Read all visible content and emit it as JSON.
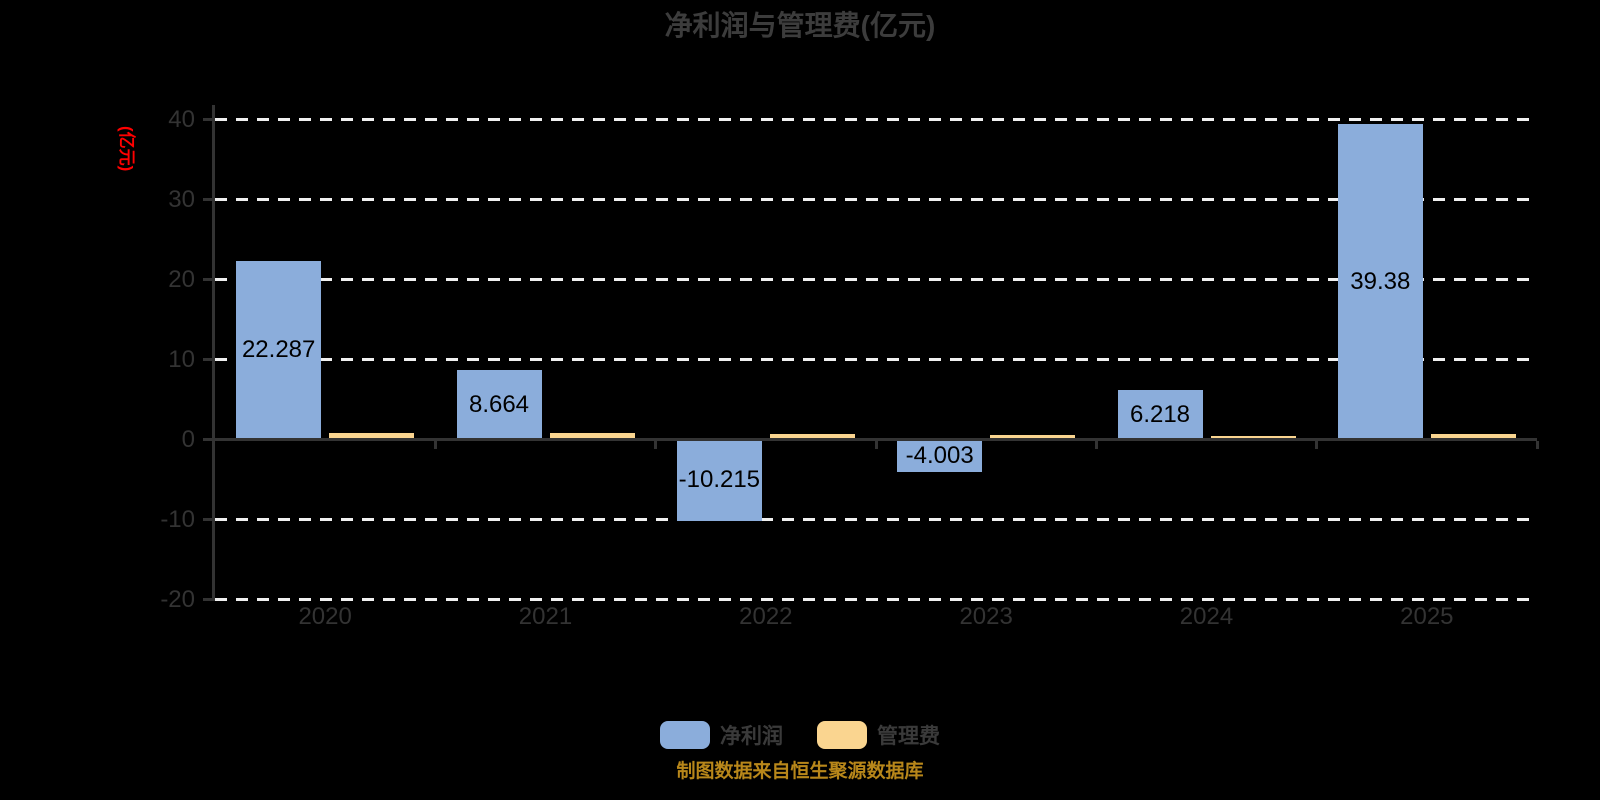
{
  "page": {
    "background_color": "#000000"
  },
  "chart_data": {
    "type": "bar",
    "title": "净利润与管理费(亿元)",
    "unit_label": "(亿元)",
    "unit_label_color": "#FF0000",
    "categories": [
      "2020",
      "2021",
      "2022",
      "2023",
      "2024",
      "2025"
    ],
    "series": [
      {
        "name": "净利润",
        "color": "#8BADDB",
        "values": [
          22.287,
          8.664,
          -10.215,
          -4.003,
          6.218,
          39.38
        ],
        "value_labels": [
          "22.287",
          "8.664",
          "-10.215",
          "-4.003",
          "6.218",
          "39.38"
        ]
      },
      {
        "name": "管理费",
        "color": "#FAD590",
        "values": [
          0.8,
          0.78,
          0.63,
          0.56,
          0.4,
          0.65
        ],
        "value_labels": [
          "",
          "",
          "",
          "",
          "",
          ""
        ]
      }
    ],
    "yticks": [
      40,
      30,
      20,
      10,
      0,
      -10,
      -20
    ],
    "ylim": [
      -20,
      40
    ],
    "grid": "horizontal white dashed lines, solid dark zero axis",
    "legend_position": "bottom-center",
    "source_note": "制图数据来自恒生聚源数据库",
    "source_note_color": "#B8871A"
  }
}
